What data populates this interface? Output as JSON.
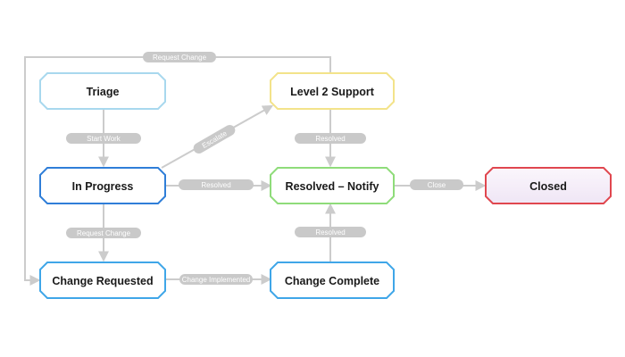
{
  "colors": {
    "triage": "#a8d8ee",
    "in_progress": "#2f7ed8",
    "level2_support": "#f3e38a",
    "resolved_notify": "#8fdc7a",
    "change_requested": "#3fa6e8",
    "change_complete": "#3fa6e8",
    "closed": "#e0474f",
    "edge": "#cccccc",
    "edge_label_bg": "#c9c9c9"
  },
  "nodes": {
    "triage": "Triage",
    "in_progress": "In Progress",
    "level2_support": "Level 2 Support",
    "resolved_notify": "Resolved – Notify",
    "change_requested": "Change Requested",
    "change_complete": "Change Complete",
    "closed": "Closed"
  },
  "edges": {
    "request_change_loop": "Request Change",
    "start_work": "Start Work",
    "escalate": "Escalate",
    "resolved_from_level2": "Resolved",
    "resolved_from_in_progress": "Resolved",
    "close": "Close",
    "request_change": "Request Change",
    "resolved_from_change_complete": "Resolved",
    "change_implemented": "Change Implemented"
  }
}
